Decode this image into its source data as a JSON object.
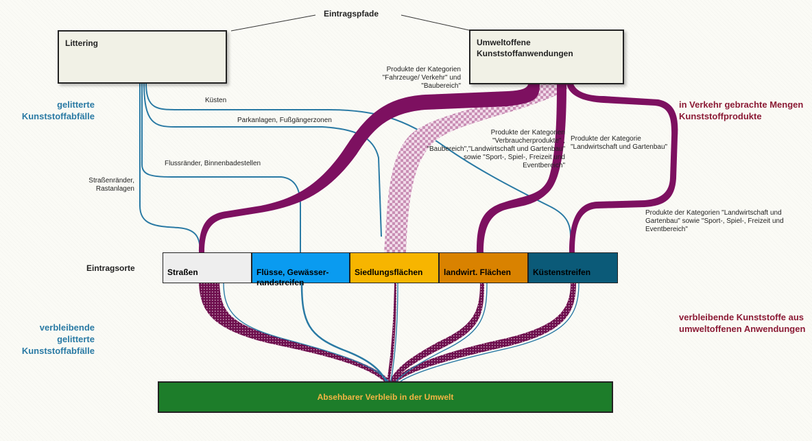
{
  "title": "Eintragspfade",
  "sources": {
    "littering": "Littering",
    "umweltoffen": "Umweltoffene\nKunststoffanwendungen"
  },
  "side_labels": {
    "left_top": "gelitterte\nKunststoffabfälle",
    "left_bottom": "verbleibende\ngelitterte\nKunststoffabfälle",
    "right_top": "in Verkehr gebrachte Mengen\nKunststoffprodukte",
    "right_bottom": "verbleibende Kunststoffe aus\numweltoffenen Anwendungen"
  },
  "row_label": "Eintragsorte",
  "destinations": [
    {
      "label": "Straßen",
      "color": "#eeeeee",
      "text_color": "#222222"
    },
    {
      "label": "Flüsse, Gewässer-\nrandstreifen",
      "color": "#0a9bf0",
      "text_color": "#111111"
    },
    {
      "label": "Siedlungsflächen",
      "color": "#f7b500",
      "text_color": "#222222"
    },
    {
      "label": "landwirt. Flächen",
      "color": "#d98200",
      "text_color": "#222222"
    },
    {
      "label": "Küstenstreifen",
      "color": "#0b5a78",
      "text_color": "#111111"
    }
  ],
  "flow_labels": {
    "kuesten": "Küsten",
    "parkanlagen": "Parkanlagen, Fußgängerzonen",
    "flussraender": "Flussränder, Binnenbadestellen",
    "strassenraender": "Straßenränder,\nRastanlagen",
    "produkte_fahrzeuge": "Produkte der Kategorien\n\"Fahrzeuge/ Verkehr\" und\n\"Baubereich\"",
    "produkte_verbraucher": "Produkte der Kategorien\n\"Verbraucherprodukte\" ,\n\"Baubereich\",\"Landwirtschaft und Gartenbau\"\nsowie \"Sport-, Spiel-, Freizeit und\nEventbereich\"",
    "produkte_landwirtschaft": "Produkte der Kategorie\n\"Landwirtschaft und Gartenbau\"",
    "produkte_kueste": "Produkte der Kategorien \"Landwirtschaft und\nGartenbau\" sowie \"Sport-, Spiel-, Freizeit und\nEventbereich\""
  },
  "sink": "Absehbarer Verbleib in der Umwelt",
  "colors": {
    "blue_flow": "#2a7aa4",
    "maroon_flow": "#7d1060",
    "checker_flow": "#d9a8c8",
    "sink_bg": "#1d7d2a",
    "sink_text": "#f3b544"
  },
  "icons": [
    "litter-icon",
    "products-icon"
  ]
}
